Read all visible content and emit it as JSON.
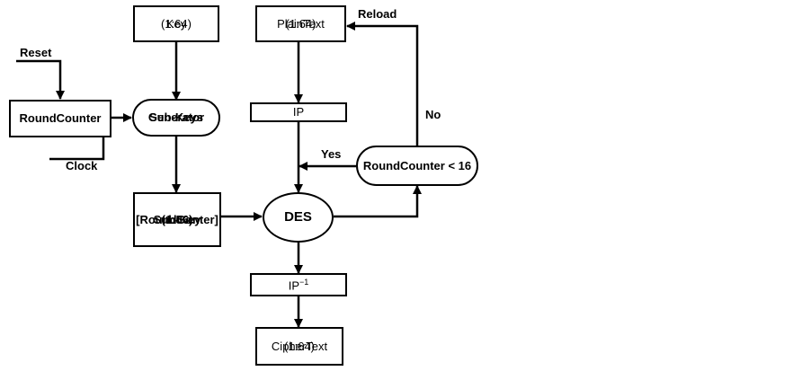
{
  "nodes": {
    "key": {
      "line1": "Key",
      "line2": "(1:64)"
    },
    "plaintext": {
      "line1": "PlainText",
      "line2": "(1:64)"
    },
    "roundcounter": {
      "label": "RoundCounter"
    },
    "subkeys_generator": {
      "line1": "Sub-Keys",
      "line2": "Generator"
    },
    "ip": {
      "label": "IP"
    },
    "roundcounter_check": {
      "label": "RoundCounter < 16"
    },
    "subkey": {
      "line1": "Sub-Key",
      "line2": "[RoundConter]",
      "line3": "(1:56)"
    },
    "des": {
      "label": "DES"
    },
    "ip_inverse": {
      "label": "IP",
      "superscript": "−1"
    },
    "ciphertext": {
      "line1": "CipherText",
      "line2": "(1:64)"
    }
  },
  "edge_labels": {
    "reset": "Reset",
    "clock": "Clock",
    "reload": "Reload",
    "no": "No",
    "yes": "Yes"
  },
  "colors": {
    "stroke": "#000000",
    "fill": "#ffffff"
  }
}
